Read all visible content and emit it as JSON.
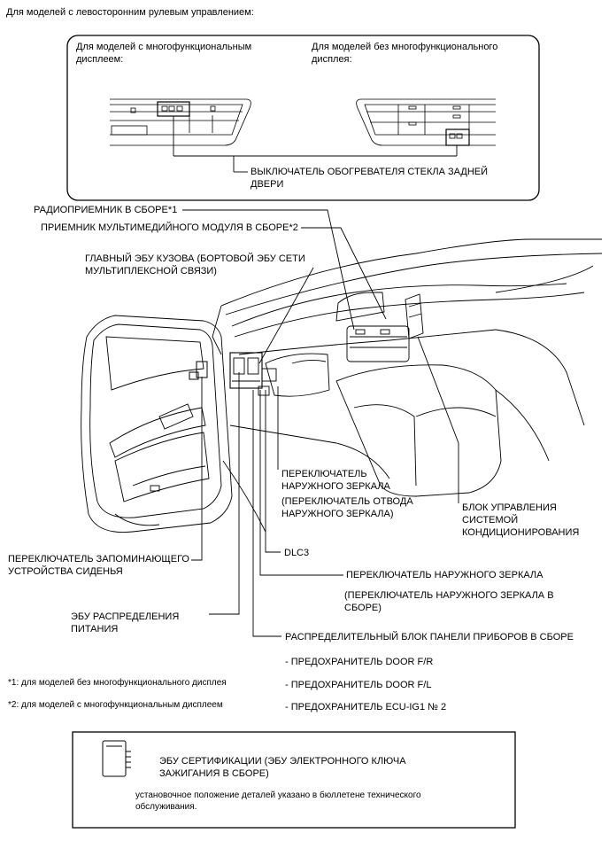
{
  "header": "Для моделей с левосторонним рулевым управлением:",
  "inset": {
    "left_caption": "Для моделей с многофункциональным дисплеем:",
    "right_caption": "Для моделей без многофункционального дисплея:",
    "switch_label": "ВЫКЛЮЧАТЕЛЬ ОБОГРЕВАТЕЛЯ СТЕКЛА ЗАДНЕЙ ДВЕРИ"
  },
  "labels": {
    "radio": "РАДИОПРИЕМНИК В СБОРЕ*1",
    "multimedia": "ПРИЕМНИК МУЛЬТИМЕДИЙНОГО МОДУЛЯ В СБОРЕ*2",
    "main_body_ecu": "ГЛАВНЫЙ ЭБУ КУЗОВА (БОРТОВОЙ ЭБУ СЕТИ МУЛЬТИПЛЕКСНОЙ СВЯЗИ)",
    "outer_mirror_switch_1": "ПЕРЕКЛЮЧАТЕЛЬ НАРУЖНОГО ЗЕРКАЛА",
    "outer_mirror_retract": "(ПЕРЕКЛЮЧАТЕЛЬ ОТВОДА НАРУЖНОГО ЗЕРКАЛА)",
    "ac_control": "БЛОК УПРАВЛЕНИЯ СИСТЕМОЙ КОНДИЦИОНИРОВАНИЯ",
    "seat_memory": "ПЕРЕКЛЮЧАТЕЛЬ ЗАПОМИНАЮЩЕГО УСТРОЙСТВА СИДЕНЬЯ",
    "dlc3": "DLC3",
    "outer_mirror_switch_2": "ПЕРЕКЛЮЧАТЕЛЬ НАРУЖНОГО ЗЕРКАЛА",
    "outer_mirror_assy": "(ПЕРЕКЛЮЧАТЕЛЬ НАРУЖНОГО ЗЕРКАЛА В СБОРЕ)",
    "power_dist_ecu": "ЭБУ РАСПРЕДЕЛЕНИЯ ПИТАНИЯ",
    "junction_block": "РАСПРЕДЕЛИТЕЛЬНЫЙ БЛОК ПАНЕЛИ ПРИБОРОВ В СБОРЕ",
    "fuse_1": "- ПРЕДОХРАНИТЕЛЬ DOOR F/R",
    "fuse_2": "- ПРЕДОХРАНИТЕЛЬ DOOR F/L",
    "fuse_3": "- ПРЕДОХРАНИТЕЛЬ ECU-IG1 № 2"
  },
  "notes": {
    "note1": "*1: для моделей без многофункционального дисплея",
    "note2": "*2: для моделей с многофункциональным дисплеем"
  },
  "bottom_box": {
    "title": "ЭБУ СЕРТИФИКАЦИИ (ЭБУ ЭЛЕКТРОННОГО КЛЮЧА ЗАЖИГАНИЯ В СБОРЕ)",
    "note": "установочное положение деталей указано в бюллетене технического обслуживания."
  }
}
